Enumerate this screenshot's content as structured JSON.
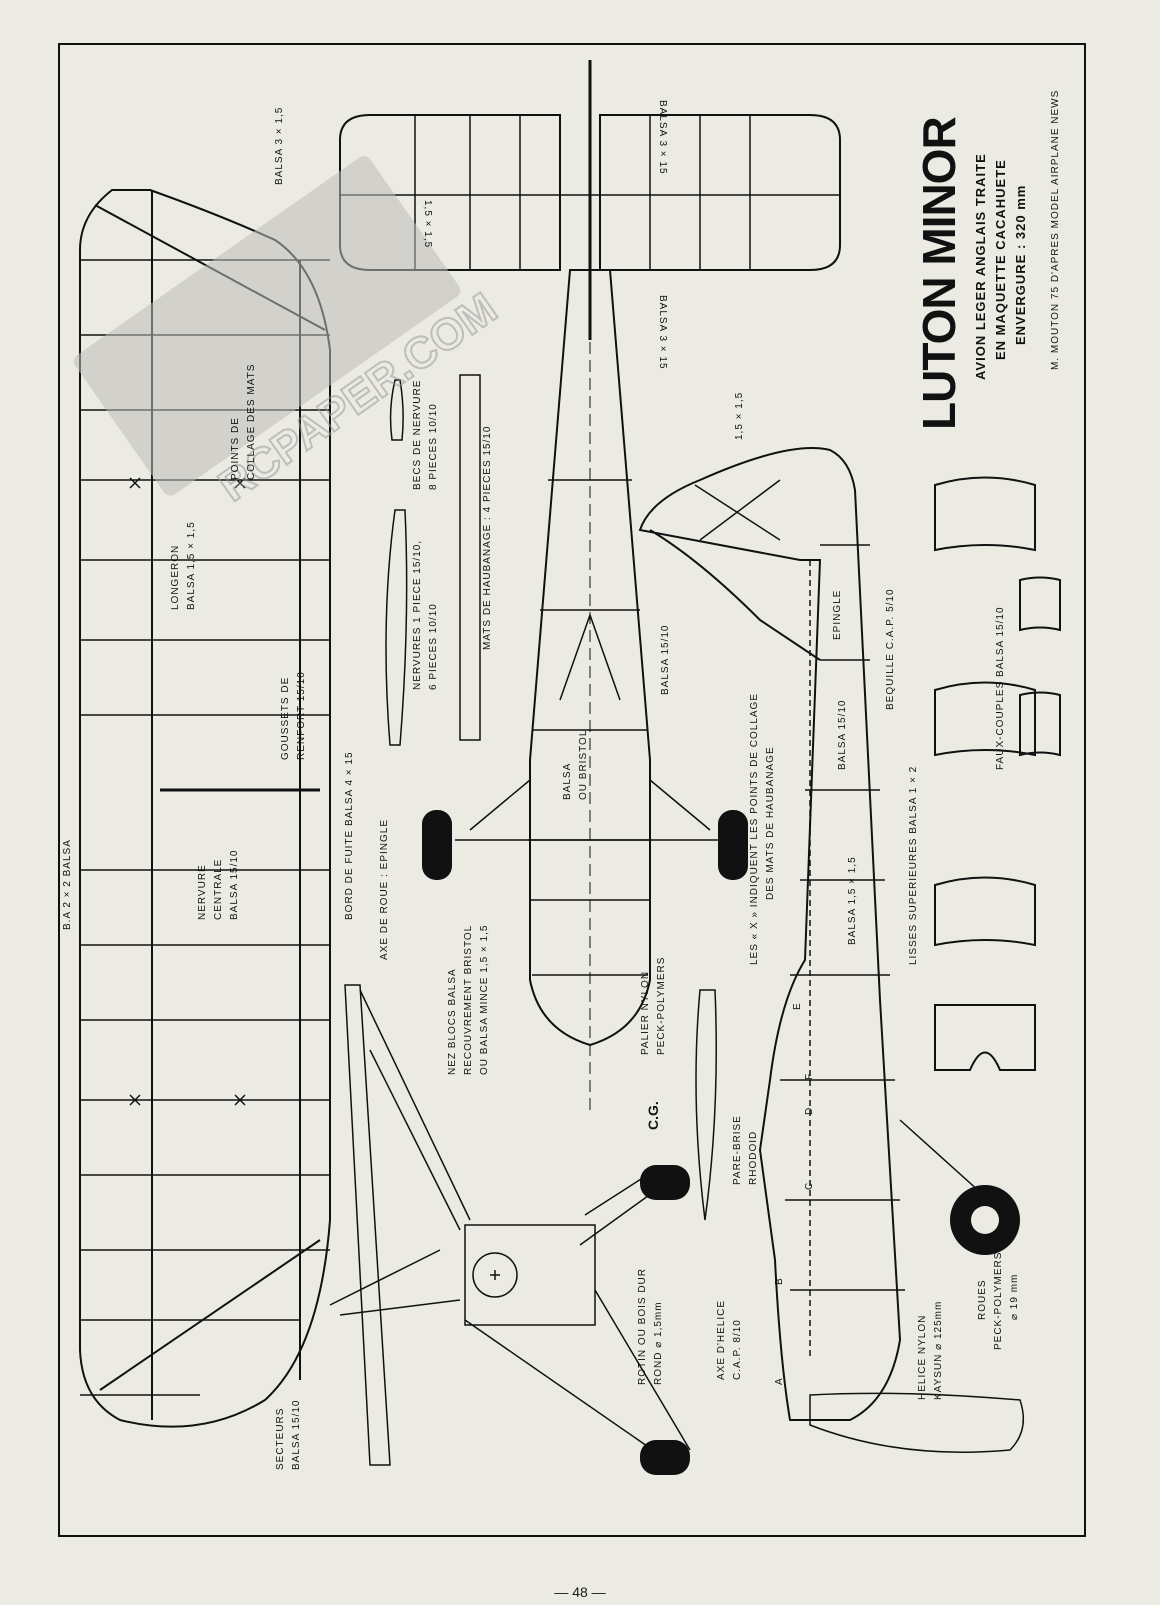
{
  "title": "LUTON MINOR",
  "subtitle_lines": [
    "AVION LEGER ANGLAIS TRAITE",
    "EN MAQUETTE CACAHUETE",
    "ENVERGURE : 320 mm"
  ],
  "credit": "M. MOUTON 75 D'APRES MODEL AIRPLANE NEWS",
  "watermark": "RCPAPER.COM",
  "page_number": "— 48 —",
  "labels": {
    "ba": "B.A 2 × 2 BALSA",
    "longeron": "LONGERON",
    "longeron_b": "BALSA 1,5 × 1,5",
    "points": "POINTS DE",
    "points_b": "COLLAGE DES MATS",
    "nervure": "NERVURE",
    "nervure_b": "CENTRALE",
    "nervure_c": "BALSA 15/10",
    "goussets": "GOUSSETS DE",
    "goussets_b": "RENFORT 15/10",
    "secteurs": "SECTEURS",
    "secteurs_b": "BALSA 15/10",
    "bord_fuite": "BORD DE FUITE BALSA 4 × 15",
    "axe_roue": "AXE DE ROUE : EPINGLE",
    "nez": "NEZ BLOCS BALSA",
    "nez_b": "RECOUVREMENT BRISTOL",
    "nez_c": "OU BALSA MINCE 1,5 × 1,5",
    "nervures": "NERVURES 1 PIECE 15/10,",
    "nervures_b": "6 PIECES 10/10",
    "becs": "BECS DE NERVURE",
    "becs_b": "8 PIECES 10/10",
    "mats": "MATS DE HAUBANAGE : 4 PIECES 15/10",
    "balsa_bristol": "BALSA",
    "balsa_bristol_b": "OU BRISTOL",
    "palier": "PALIER NYLON",
    "palier_b": "PECK-POLYMERS",
    "cg": "C.G.",
    "rotin": "ROTIN OU BOIS DUR",
    "rotin_b": "ROND ⌀ 1,5mm",
    "pare_brise": "PARE-BRISE",
    "pare_brise_b": "RHODOID",
    "axe_helice": "AXE D'HELICE",
    "axe_helice_b": "C.A.P. 8/10",
    "balsa_3x15_top": "BALSA 3 × 15",
    "balsa_3x15_bot": "BALSA 3 × 15",
    "balsa_3x15_side": "BALSA 3 × 1,5",
    "balsa_15x15": "1,5 × 1,5",
    "balsa_1510_tail": "BALSA 15/10",
    "x_note": "LES « X » INDIQUENT LES POINTS DE COLLAGE",
    "x_note_b": "DES MATS DE HAUBANAGE",
    "balsa_1510_fus": "BALSA 15/10",
    "epingle": "EPINGLE",
    "balsa_15x15_fus": "BALSA 1,5 × 1,5",
    "lisses": "LISSES SUPERIEURES BALSA 1 × 2",
    "bequille": "BEQUILLE C.A.P. 5/10",
    "faux_couples": "FAUX-COUPLES BALSA 15/10",
    "helice": "HELICE NYLON",
    "helice_b": "KAYSUN ⌀ 125mm",
    "roues": "ROUES",
    "roues_b": "PECK-POLYMERS",
    "roues_c": "⌀ 19 mm",
    "tail_15x15": "1,5 × 1,5"
  },
  "station_letters": [
    "A",
    "B",
    "C",
    "D",
    "E",
    "F"
  ]
}
